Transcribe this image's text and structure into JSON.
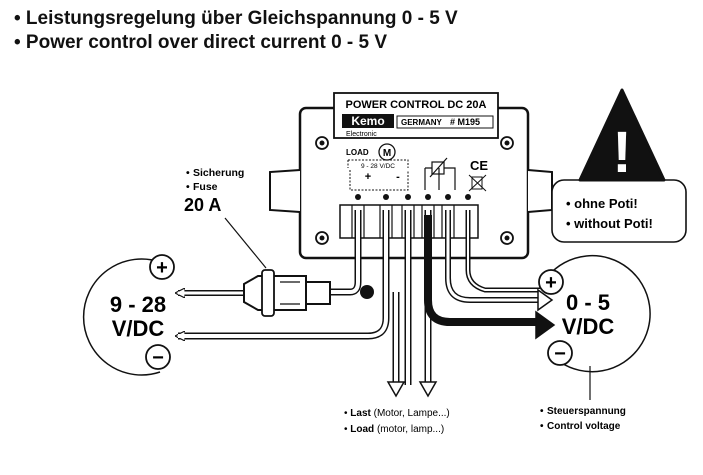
{
  "headings": {
    "de": "• Leistungsregelung über Gleichspannung 0 - 5 V",
    "en": "• Power control over direct current 0 - 5 V"
  },
  "module": {
    "title": "POWER CONTROL DC 20A",
    "brand": "Kemo",
    "brand_sub": "Electronic",
    "origin": "GERMANY",
    "part_no": "# M195",
    "load_label": "LOAD",
    "motor_symbol": "M",
    "voltage_range": "9 - 28 V/DC",
    "plus": "+",
    "minus": "-",
    "ce_mark": "CE"
  },
  "fuse": {
    "de": "Sicherung",
    "en": "Fuse",
    "rating": "20 A"
  },
  "supply": {
    "plus_symbol": "+",
    "minus_symbol": "−",
    "line1": "9 - 28",
    "line2": "V/DC"
  },
  "control": {
    "plus_symbol": "+",
    "minus_symbol": "−",
    "line1": "0 - 5",
    "line2": "V/DC",
    "label_de": "Steuerspannung",
    "label_en": "Control voltage"
  },
  "warning": {
    "symbol": "!",
    "line_de": "• ohne Poti!",
    "line_en": "• without Poti!"
  },
  "load": {
    "de_bold": "Last",
    "de_rest": "(Motor, Lampe...)",
    "en_bold": "Load",
    "en_rest": "(motor, lamp...)"
  }
}
